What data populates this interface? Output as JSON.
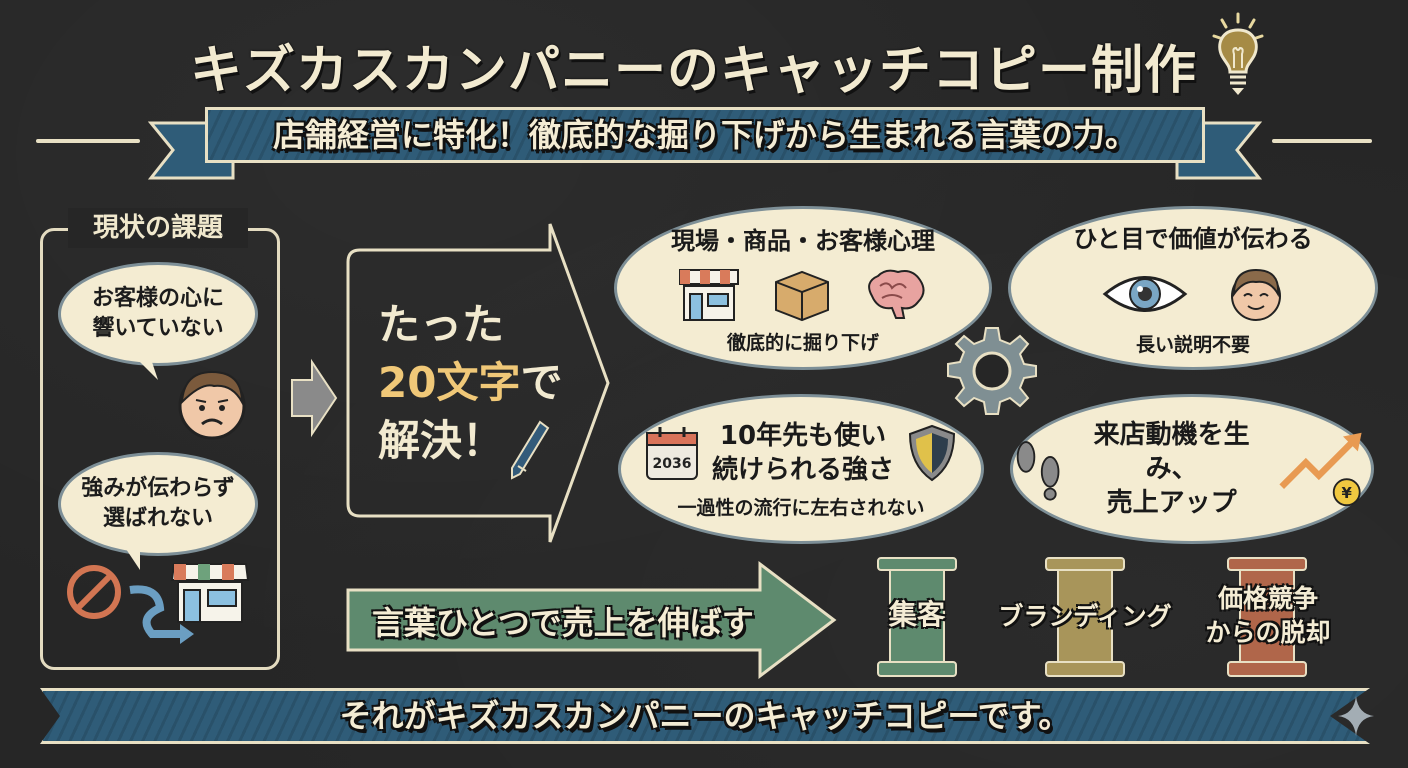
{
  "header": {
    "title": "キズカスカンパニーのキャッチコピー制作",
    "subtitle": "店舗経営に特化！徹底的な掘り下げから生まれる言葉の力。",
    "title_icon": "lightbulb-icon"
  },
  "problems": {
    "heading": "現状の課題",
    "items": [
      {
        "line1": "お客様の心に",
        "line2": "響いていない",
        "icon": "sad-face-icon"
      },
      {
        "line1": "強みが伝わらず",
        "line2": "選ばれない",
        "icon": "store-icon"
      }
    ],
    "extra_icons": [
      "prohibited-icon",
      "curved-arrow-icon"
    ]
  },
  "solution": {
    "line1": "たった",
    "line2_accent": "20文字",
    "line2_rest": "で",
    "line3": "解決！",
    "icon": "pen-icon"
  },
  "benefits": [
    {
      "title": "現場・商品・お客様心理",
      "sub": "徹底的に掘り下げ",
      "icons": [
        "store-icon",
        "box-icon",
        "brain-icon"
      ]
    },
    {
      "title": "ひと目で価値が伝わる",
      "sub": "長い説明不要",
      "icons": [
        "eye-icon",
        "smile-face-icon"
      ]
    },
    {
      "title_line1": "10年先も使い",
      "title_line2": "続けられる強さ",
      "sub": "一過性の流行に左右されない",
      "calendar_year": "2036",
      "icons": [
        "calendar-icon",
        "shield-icon"
      ]
    },
    {
      "title_line1": "来店動機を生み、",
      "title_line2": "売上アップ",
      "icons": [
        "footprints-icon",
        "growth-arrow-icon",
        "yen-coin-icon"
      ],
      "coin_symbol": "¥"
    }
  ],
  "center_icon": "gear-icon",
  "growth": {
    "arrow_label": "言葉ひとつで売上を伸ばす",
    "pillars": [
      {
        "label": "集客",
        "color": "#5e8a6e"
      },
      {
        "label": "ブランディング",
        "color": "#a8955a"
      },
      {
        "label_line1": "価格競争",
        "label_line2": "からの脱却",
        "color": "#b0664a"
      }
    ]
  },
  "footer": {
    "text": "それがキズカスカンパニーのキャッチコピーです。"
  },
  "colors": {
    "background": "#262626",
    "chalk": "#f3ecd2",
    "ribbon_blue": "#2f5c78",
    "bubble_fill": "#f4ecd2",
    "accent_gold": "#f0c878",
    "arrow_green": "#5e8a6e"
  }
}
